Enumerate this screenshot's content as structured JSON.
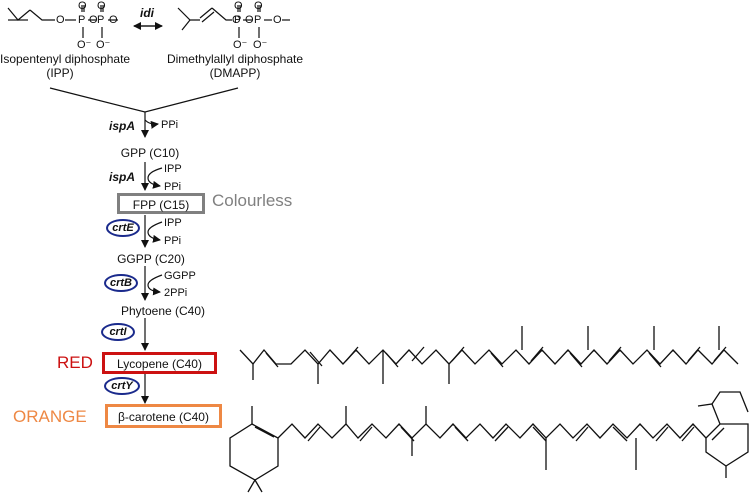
{
  "precursors": {
    "ipp_name": "Isopentenyl diphosphate",
    "ipp_abbr": "(IPP)",
    "dmapp_name": "Dimethylallyl diphosphate",
    "dmapp_abbr": "(DMAPP)",
    "isomerase": "idi"
  },
  "steps": {
    "ispA_1": "ispA",
    "ppi_1": "PPi",
    "gpp": "GPP (C10)",
    "ispA_2": "ispA",
    "ipp_2": "IPP",
    "ppi_2": "PPi",
    "fpp": "FPP (C15)",
    "crtE": "crtE",
    "ipp_3": "IPP",
    "ppi_3": "PPi",
    "ggpp": "GGPP (C20)",
    "crtB": "crtB",
    "ggpp_in": "GGPP",
    "ppi_4": "2PPi",
    "phytoene": "Phytoene (C40)",
    "crtI": "crtI",
    "lycopene": "Lycopene (C40)",
    "crtY": "crtY",
    "carotene": "β-carotene (C40)"
  },
  "colors_text": {
    "colourless": "Colourless",
    "red": "RED",
    "orange": "ORANGE"
  },
  "colors": {
    "colourless_box": "#808080",
    "red": "#cc1111",
    "orange": "#ee8844",
    "enzyme_oval": "#1a2a8c"
  },
  "atom_labels": {
    "O": "O",
    "P": "P",
    "O_minus": "O⁻"
  }
}
